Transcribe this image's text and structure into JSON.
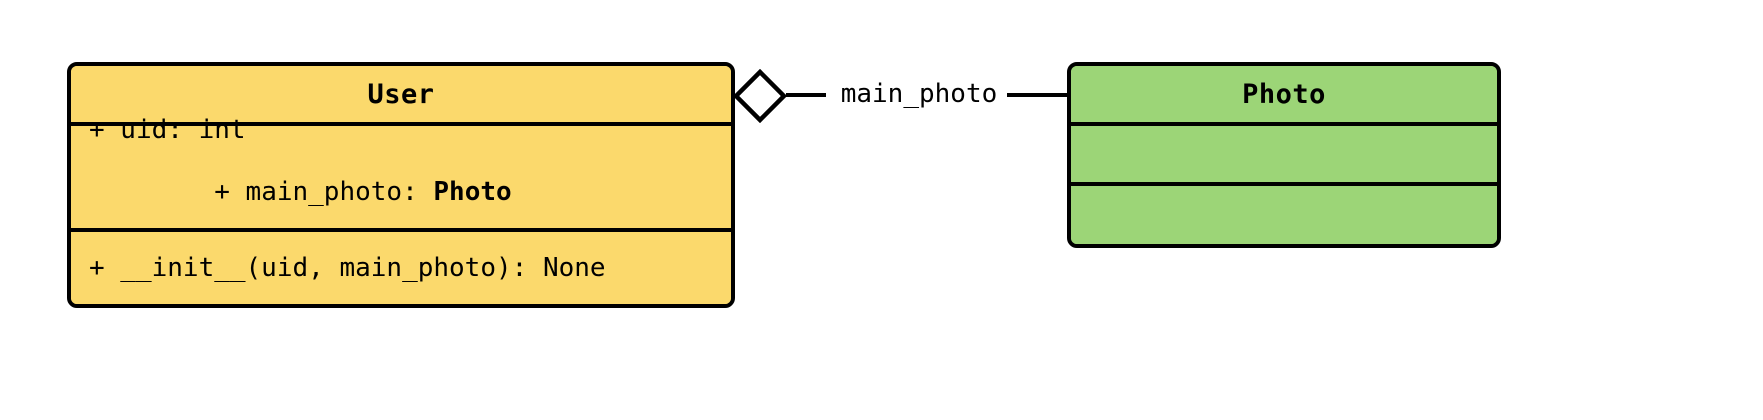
{
  "diagram": {
    "type": "uml-class-diagram",
    "background_color": "#ffffff",
    "classes": [
      {
        "name": "User",
        "fill_color": "#FBD96C",
        "border_color": "#000000",
        "attributes": [
          {
            "visibility": "+",
            "text": "+ uid: int",
            "bold_suffix": ""
          },
          {
            "visibility": "+",
            "text": "+ main_photo: ",
            "bold_suffix": "Photo"
          }
        ],
        "methods": [
          {
            "visibility": "+",
            "text": "+ __init__(uid, main_photo): None"
          }
        ]
      },
      {
        "name": "Photo",
        "fill_color": "#9CD577",
        "border_color": "#000000",
        "attributes": [],
        "methods": []
      }
    ],
    "relationships": [
      {
        "kind": "aggregation",
        "label": "main_photo",
        "source": "User",
        "target": "Photo",
        "diamond": "hollow"
      }
    ]
  },
  "user_class": {
    "title": "User",
    "attribute_1": "+ uid: int",
    "attribute_2_prefix": "+ main_photo: ",
    "attribute_2_type": "Photo",
    "method_1": "+ __init__(uid, main_photo): None"
  },
  "photo_class": {
    "title": "Photo",
    "attributes_empty": "",
    "methods_empty": ""
  },
  "association": {
    "label": "main_photo"
  }
}
